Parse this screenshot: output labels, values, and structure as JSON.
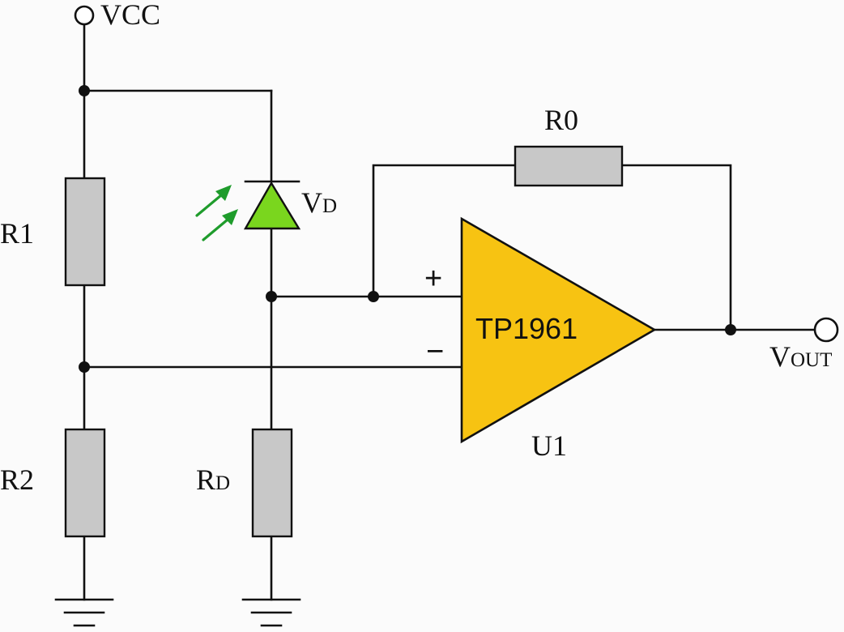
{
  "labels": {
    "vcc": "VCC",
    "r1": "R1",
    "r2": "R2",
    "rd_main": "R",
    "rd_sub": "D",
    "vd_main": "V",
    "vd_sub": "D",
    "r0": "R0",
    "opamp": "TP1961",
    "u1": "U1",
    "plus": "+",
    "minus": "−",
    "vout_main": "V",
    "vout_sub": "OUT"
  },
  "colors": {
    "resistor_fill": "#c8c8c8",
    "diode_fill": "#7ad61e",
    "opamp_fill": "#f7c312",
    "light_arrow": "#1f9c2c",
    "wire": "#111111"
  },
  "icons": {
    "photodiode": "photodiode-icon",
    "light": "light-arrow-icon",
    "opamp": "opamp-triangle-icon",
    "ground": "ground-icon",
    "terminal": "terminal-circle-icon"
  }
}
